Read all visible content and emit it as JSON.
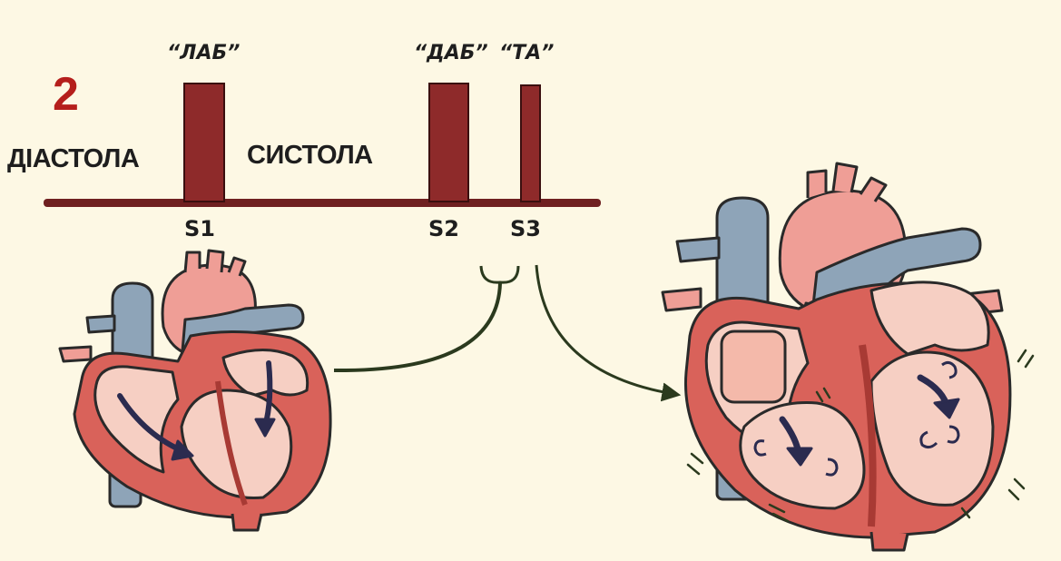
{
  "step_number": "2",
  "timeline": {
    "diastole_label": "ДІАСТОЛА",
    "systole_label": "СИСТОЛА",
    "sounds": [
      {
        "id": "S1",
        "onomatopoeia": "“ЛАБ”"
      },
      {
        "id": "S2",
        "onomatopoeia": "“ДАБ”"
      },
      {
        "id": "S3",
        "onomatopoeia": "“ТА”"
      }
    ]
  },
  "colors": {
    "background": "#fdf8e4",
    "sound_bar": "#8e2a2a",
    "step_number": "#b51f1c",
    "heart_muscle": "#d9625a",
    "heart_inner": "#f6cfc3",
    "aorta": "#ef9e96",
    "vessel_blue": "#8ea4b8",
    "outline": "#2a2a2a",
    "arrow": "#2b2b4f"
  },
  "icons": [
    "normal-heart-icon",
    "enlarged-turbulent-heart-icon",
    "flow-arrow-icon"
  ]
}
